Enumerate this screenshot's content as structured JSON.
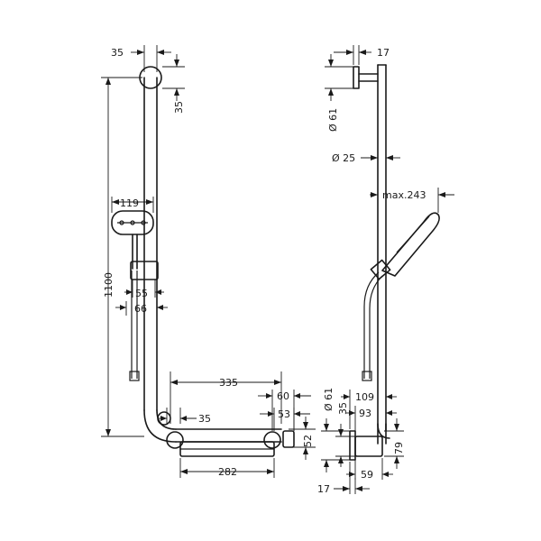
{
  "diagram": {
    "front_view": {
      "dim_35_top": "35",
      "dim_35_side": "35",
      "dim_1100": "1100",
      "dim_119": "119",
      "dim_55": "55",
      "dim_66": "66",
      "dim_335": "335",
      "dim_60": "60",
      "dim_53": "53",
      "dim_35_shelf": "35",
      "dim_282": "282",
      "dim_52": "52"
    },
    "side_view": {
      "dim_17_top": "17",
      "dim_d61_top": "Ø 61",
      "dim_d25": "Ø 25",
      "dim_max243": "max.243",
      "dim_d61_bottom": "Ø 61",
      "dim_35_bottom": "35",
      "dim_109": "109",
      "dim_93": "93",
      "dim_79": "79",
      "dim_59": "59",
      "dim_17_bottom": "17"
    }
  }
}
